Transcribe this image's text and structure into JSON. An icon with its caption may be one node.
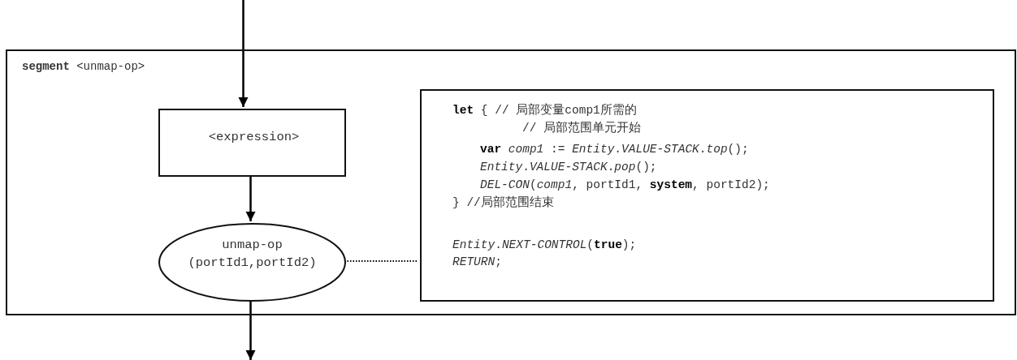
{
  "diagram": {
    "nodes": [
      {
        "text": [
          "**segment** <unmap-op>"
        ]
      },
      {
        "text": [
          "<expression>"
        ],
        "in": 0
      },
      {
        "text": [
          "unmap-op (portId1,portId2)"
        ],
        "in": 0
      },
      {
        "text": [
          "**let** { // 局部变量comp1所需的",
          "// 局部范围单元开始",
          "**var** *comp1* := *Entity*.*VALUE-STACK*.*top*();",
          "*Entity*.*VALUE-STACK*.*pop*();",
          "*DEL-CON*(*comp1*, portId1, **system**, portId2);",
          "} //局部范围结束",
          "*Entity*.*NEXT-CONTROL*(**true**);",
          "*RETURN*;"
        ],
        "in": 0
      }
    ],
    "edges": [
      {
        "from": null,
        "to": 1,
        "arrow": "to"
      },
      {
        "from": 1,
        "to": 2,
        "arrow": "to"
      },
      {
        "from": 2,
        "to": null,
        "arrow": "to"
      },
      {
        "from": 2,
        "to": 3,
        "arrow": "none",
        "style": "dashed"
      }
    ]
  }
}
